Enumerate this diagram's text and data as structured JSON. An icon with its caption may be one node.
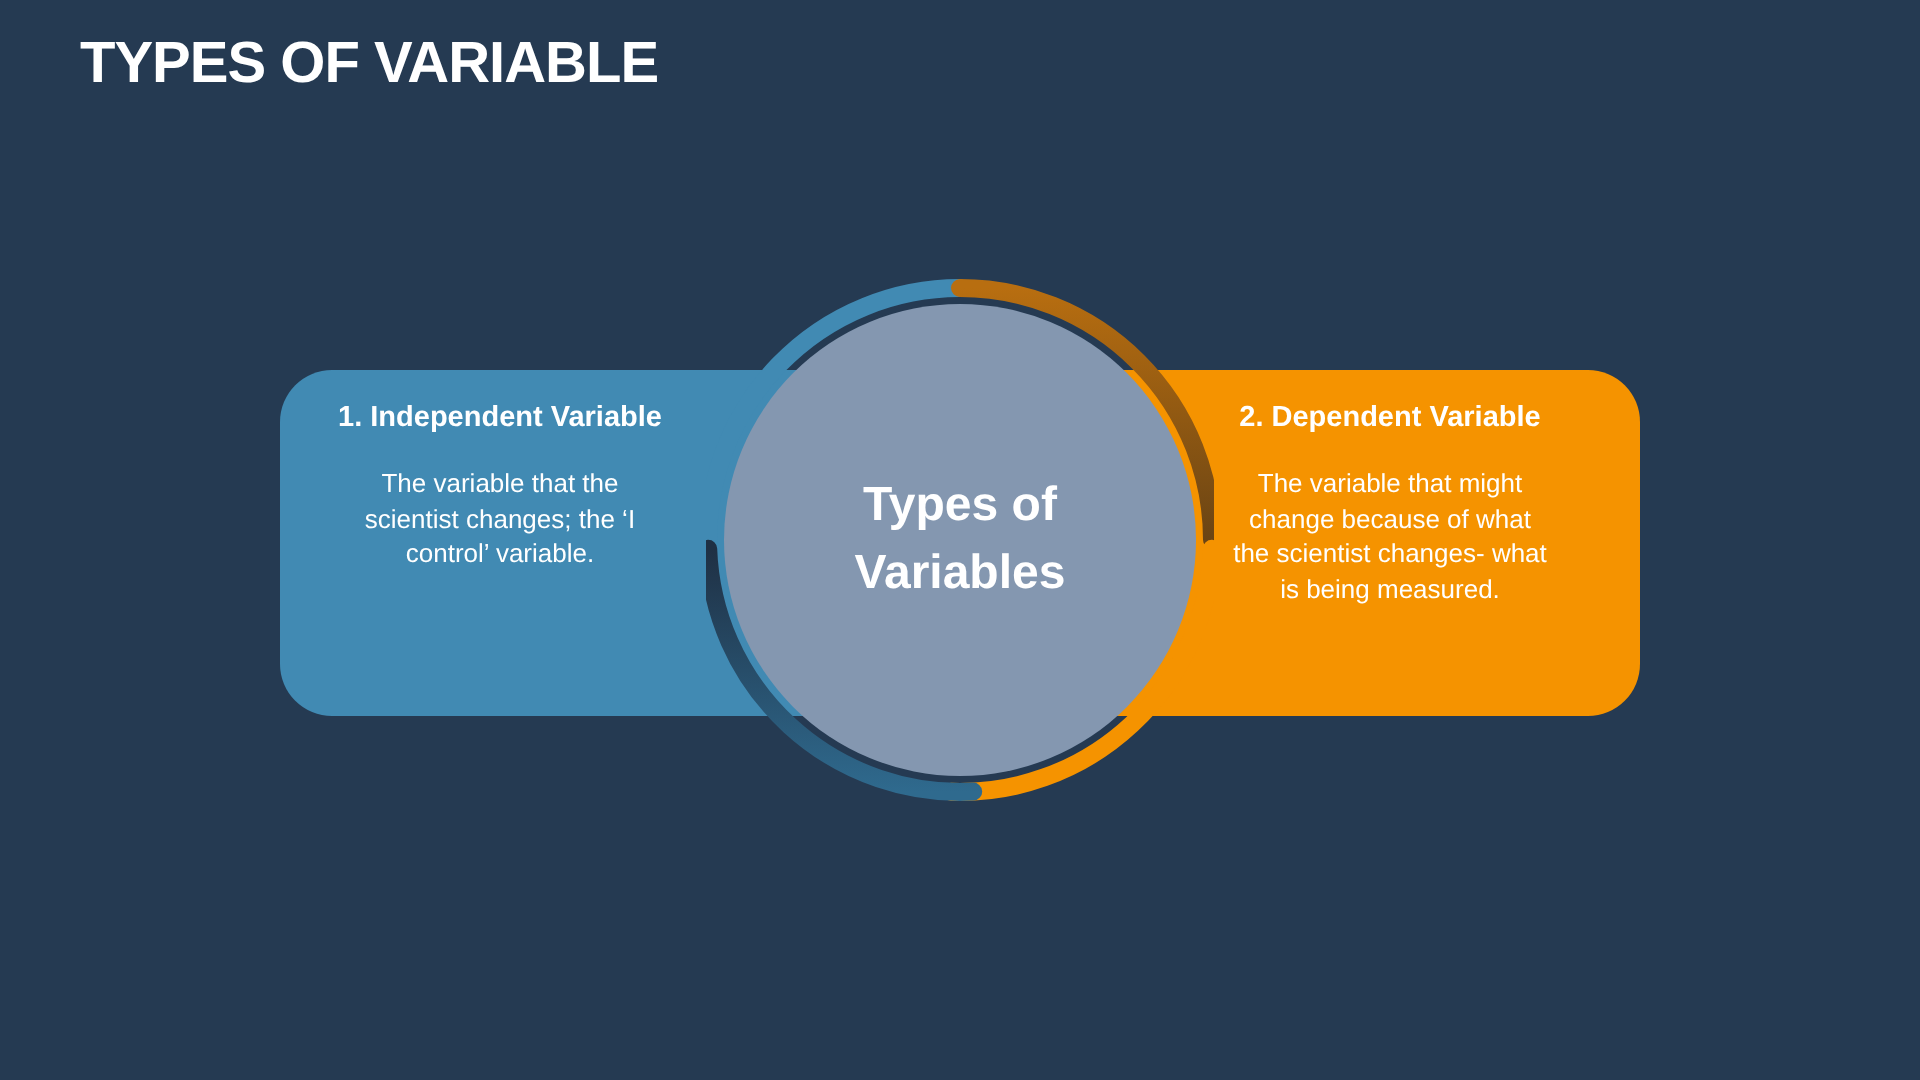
{
  "diagram": {
    "title": "TYPES OF VARIABLE",
    "nodes": [
      {
        "text": [
          "1. Independent Variable",
          "The variable that the scientist changes; the ‘I control’ variable."
        ]
      },
      {
        "text": [
          "2. Dependent Variable",
          "The variable that might change because of what the scientist changes- what is being measured."
        ]
      },
      {
        "text": [
          "Types of Variables"
        ]
      }
    ],
    "edges": []
  }
}
